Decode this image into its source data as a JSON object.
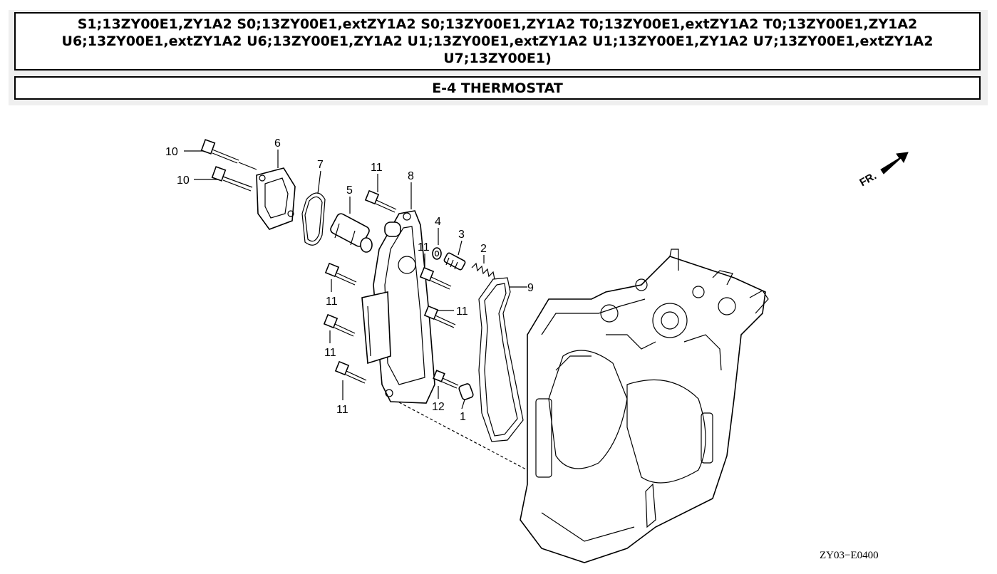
{
  "header": {
    "models": "S1;13ZY00E1,ZY1A2 S0;13ZY00E1,extZY1A2 S0;13ZY00E1,ZY1A2 T0;13ZY00E1,extZY1A2 T0;13ZY00E1,ZY1A2 U6;13ZY00E1,extZY1A2 U6;13ZY00E1,ZY1A2 U1;13ZY00E1,extZY1A2 U1;13ZY00E1,ZY1A2 U7;13ZY00E1,extZY1A2 U7;13ZY00E1)",
    "title": "E-4 THERMOSTAT"
  },
  "diagram": {
    "direction_label": "FR.",
    "diagram_code": "ZY03−E0400",
    "callouts": {
      "c10a": "10",
      "c10b": "10",
      "c6": "6",
      "c7": "7",
      "c5": "5",
      "c11top": "11",
      "c8": "8",
      "c4": "4",
      "c3": "3",
      "c2": "2",
      "c11mid": "11",
      "c9": "9",
      "c11l1": "11",
      "c11r": "11",
      "c11l2": "11",
      "c11l3": "11",
      "c12": "12",
      "c1": "1"
    }
  }
}
